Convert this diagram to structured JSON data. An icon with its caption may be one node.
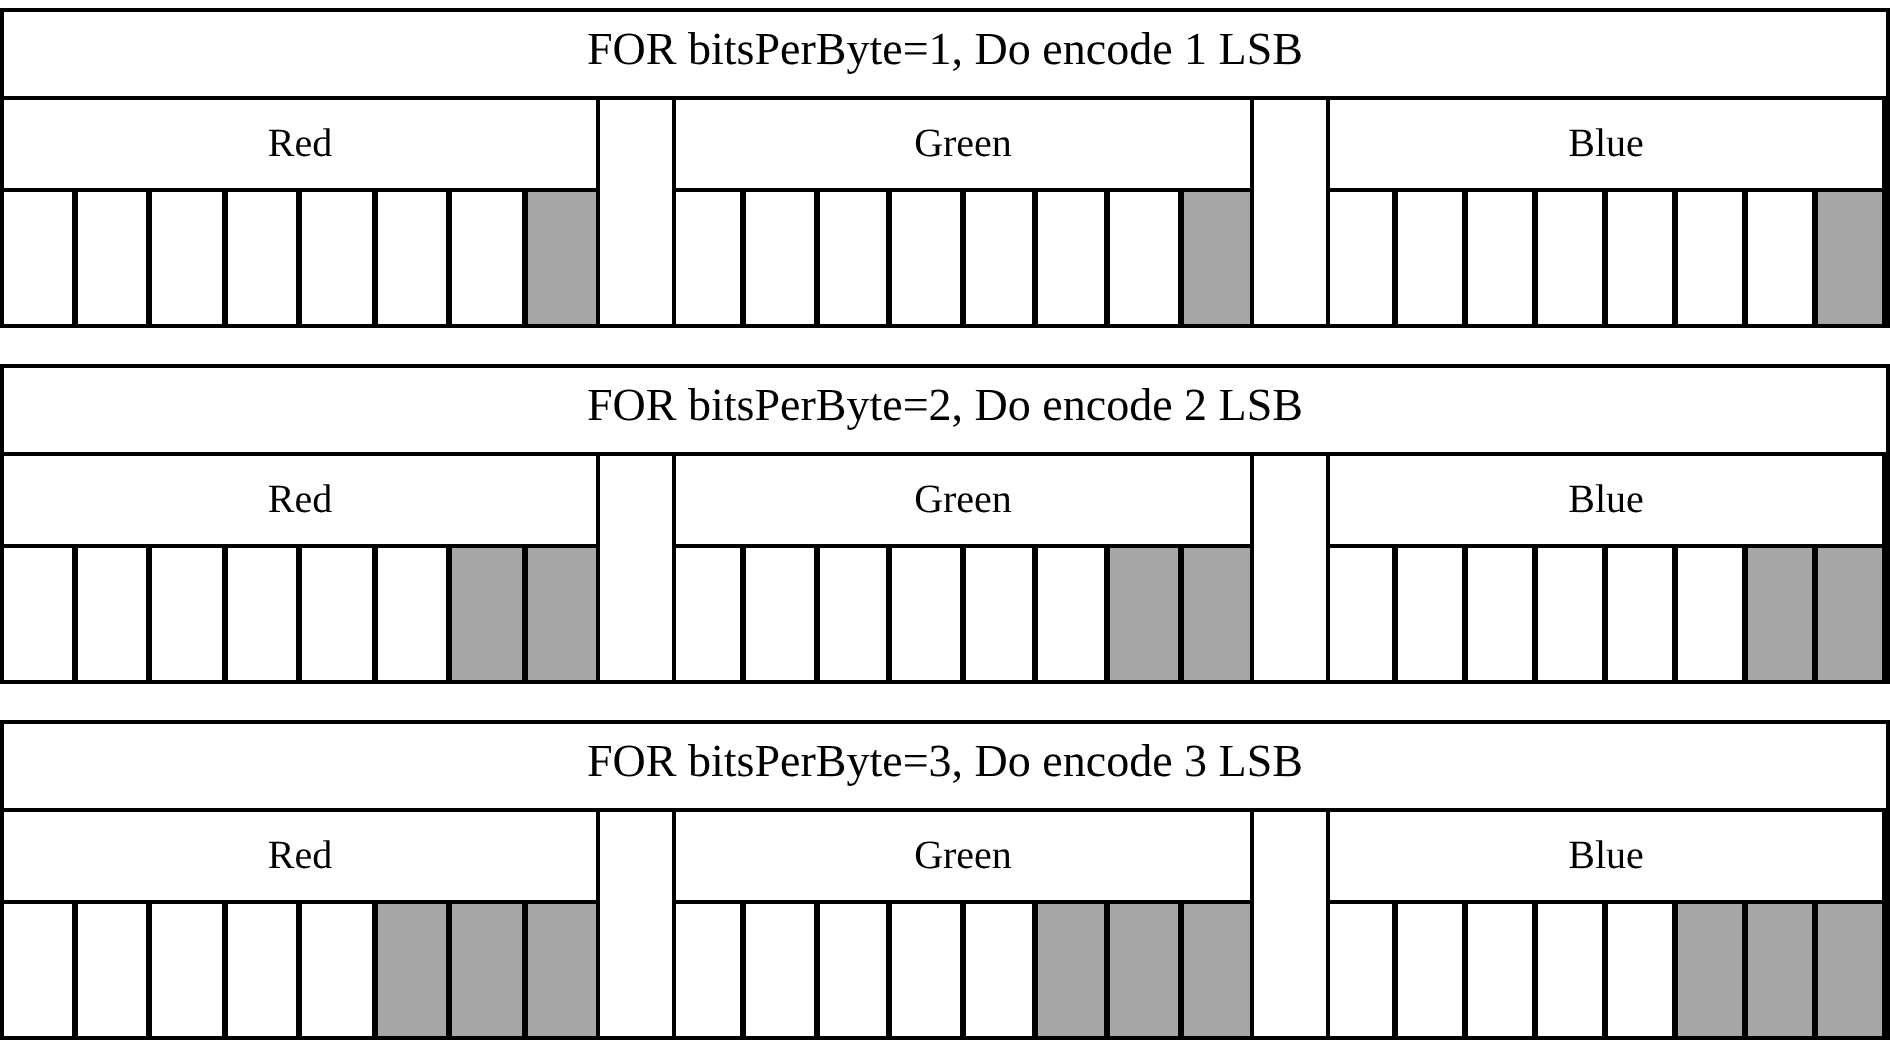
{
  "diagram": {
    "nodes": [
      {
        "text": [
          "FOR bitsPerByte=1, Do encode 1 LSB"
        ]
      },
      {
        "text": [
          "Red"
        ],
        "in": 0
      },
      {
        "text": [],
        "shape": "bar",
        "in": 0
      },
      {
        "text": [
          "Green"
        ],
        "in": 0
      },
      {
        "text": [],
        "shape": "bar",
        "in": 0
      },
      {
        "text": [
          "Blue"
        ],
        "in": 0
      },
      {
        "text": [],
        "shape": "box",
        "in": 0
      },
      {
        "text": [],
        "shape": "box",
        "in": 0
      },
      {
        "text": [],
        "shape": "box",
        "in": 0
      },
      {
        "text": [],
        "shape": "box",
        "in": 0
      },
      {
        "text": [],
        "shape": "box",
        "in": 0
      },
      {
        "text": [],
        "shape": "box",
        "in": 0
      },
      {
        "text": [],
        "shape": "box",
        "in": 0
      },
      {
        "text": [],
        "shape": "box",
        "in": 0
      },
      {
        "text": [],
        "shape": "box",
        "in": 0
      },
      {
        "text": [],
        "shape": "box",
        "in": 0
      },
      {
        "text": [],
        "shape": "box",
        "in": 0
      },
      {
        "text": [],
        "shape": "box",
        "in": 0
      },
      {
        "text": [],
        "shape": "box",
        "in": 0
      },
      {
        "text": [],
        "shape": "box",
        "in": 0
      },
      {
        "text": [],
        "shape": "box",
        "in": 0
      },
      {
        "text": [],
        "shape": "box",
        "in": 0
      },
      {
        "text": [],
        "shape": "box",
        "in": 0
      },
      {
        "text": [],
        "shape": "box",
        "in": 0
      },
      {
        "text": [],
        "shape": "box",
        "in": 0
      },
      {
        "text": [],
        "shape": "box",
        "in": 0
      },
      {
        "text": [],
        "shape": "box",
        "in": 0
      },
      {
        "text": [],
        "shape": "box",
        "in": 0
      },
      {
        "text": [],
        "shape": "box",
        "in": 0
      },
      {
        "text": [],
        "shape": "box",
        "in": 0
      },
      {
        "text": [
          "FOR bitsPerByte=2, Do encode 2 LSB"
        ]
      },
      {
        "text": [
          "Red"
        ],
        "in": 30
      },
      {
        "text": [],
        "shape": "bar",
        "in": 30
      },
      {
        "text": [
          "Green"
        ],
        "in": 30
      },
      {
        "text": [],
        "shape": "bar",
        "in": 30
      },
      {
        "text": [
          "Blue"
        ],
        "in": 30
      },
      {
        "text": [],
        "shape": "box",
        "in": 30
      },
      {
        "text": [],
        "shape": "box",
        "in": 30
      },
      {
        "text": [],
        "shape": "box",
        "in": 30
      },
      {
        "text": [],
        "shape": "box",
        "in": 30
      },
      {
        "text": [],
        "shape": "box",
        "in": 30
      },
      {
        "text": [],
        "shape": "box",
        "in": 30
      },
      {
        "text": [],
        "shape": "box",
        "in": 30
      },
      {
        "text": [],
        "shape": "box",
        "in": 30
      },
      {
        "text": [],
        "shape": "box",
        "in": 30
      },
      {
        "text": [],
        "shape": "box",
        "in": 30
      },
      {
        "text": [],
        "shape": "box",
        "in": 30
      },
      {
        "text": [],
        "shape": "box",
        "in": 30
      },
      {
        "text": [],
        "shape": "box",
        "in": 30
      },
      {
        "text": [],
        "shape": "box",
        "in": 30
      },
      {
        "text": [],
        "shape": "box",
        "in": 30
      },
      {
        "text": [],
        "shape": "box",
        "in": 30
      },
      {
        "text": [],
        "shape": "box",
        "in": 30
      },
      {
        "text": [],
        "shape": "box",
        "in": 30
      },
      {
        "text": [],
        "shape": "box",
        "in": 30
      },
      {
        "text": [],
        "shape": "box",
        "in": 30
      },
      {
        "text": [],
        "shape": "box",
        "in": 30
      },
      {
        "text": [],
        "shape": "box",
        "in": 30
      },
      {
        "text": [],
        "shape": "box",
        "in": 30
      },
      {
        "text": [],
        "shape": "box",
        "in": 30
      },
      {
        "text": [
          "FOR bitsPerByte=3, Do encode 3 LSB"
        ]
      },
      {
        "text": [
          "Red"
        ],
        "in": 60
      },
      {
        "text": [],
        "shape": "bar",
        "in": 60
      },
      {
        "text": [
          "Green"
        ],
        "in": 60
      },
      {
        "text": [],
        "shape": "bar",
        "in": 60
      },
      {
        "text": [
          "Blue"
        ],
        "in": 60
      },
      {
        "text": [],
        "shape": "box",
        "in": 60
      },
      {
        "text": [],
        "shape": "box",
        "in": 60
      },
      {
        "text": [],
        "shape": "box",
        "in": 60
      },
      {
        "text": [],
        "shape": "box",
        "in": 60
      },
      {
        "text": [],
        "shape": "box",
        "in": 60
      },
      {
        "text": [],
        "shape": "box",
        "in": 60
      },
      {
        "text": [],
        "shape": "box",
        "in": 60
      },
      {
        "text": [],
        "shape": "box",
        "in": 60
      },
      {
        "text": [],
        "shape": "box",
        "in": 60
      },
      {
        "text": [],
        "shape": "box",
        "in": 60
      },
      {
        "text": [],
        "shape": "box",
        "in": 60
      },
      {
        "text": [],
        "shape": "box",
        "in": 60
      },
      {
        "text": [],
        "shape": "box",
        "in": 60
      },
      {
        "text": [],
        "shape": "box",
        "in": 60
      },
      {
        "text": [],
        "shape": "box",
        "in": 60
      },
      {
        "text": [],
        "shape": "box",
        "in": 60
      },
      {
        "text": [],
        "shape": "box",
        "in": 60
      },
      {
        "text": [],
        "shape": "box",
        "in": 60
      },
      {
        "text": [],
        "shape": "box",
        "in": 60
      },
      {
        "text": [],
        "shape": "box",
        "in": 60
      },
      {
        "text": [],
        "shape": "box",
        "in": 60
      },
      {
        "text": [],
        "shape": "box",
        "in": 60
      },
      {
        "text": [],
        "shape": "box",
        "in": 60
      },
      {
        "text": [],
        "shape": "box",
        "in": 60
      }
    ]
  }
}
